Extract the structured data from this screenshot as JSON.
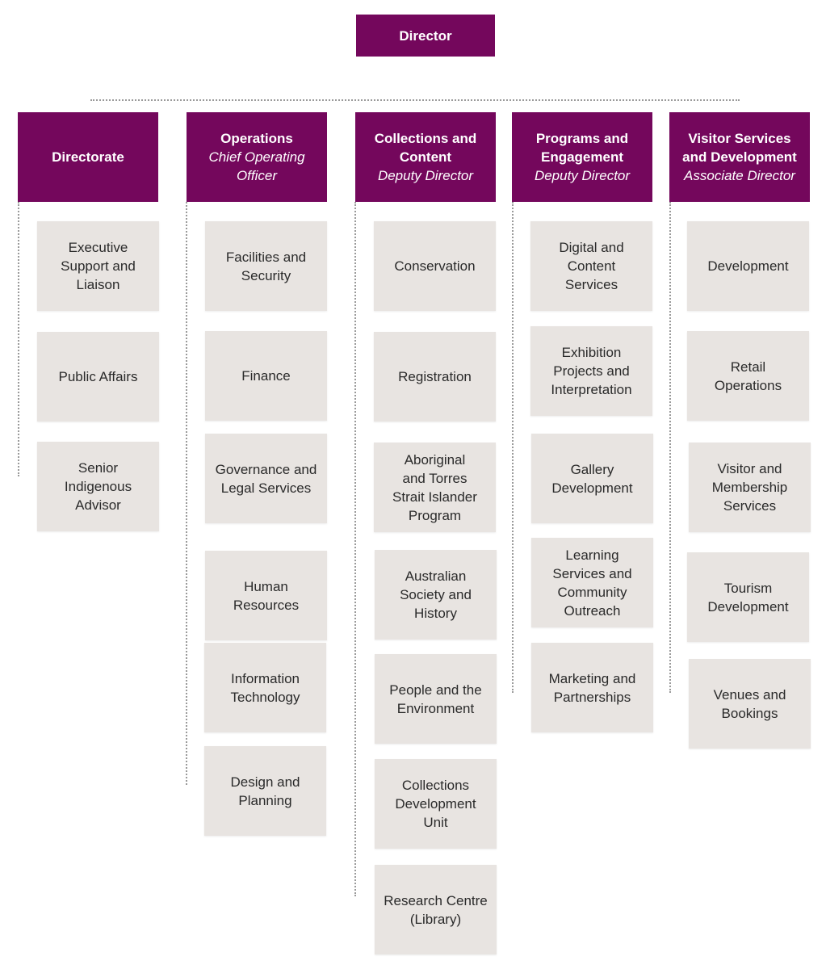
{
  "colors": {
    "header": "#74075c",
    "box": "#e8e4e1",
    "connector": "#9a9a9a"
  },
  "director": {
    "label": "Director"
  },
  "divisions": [
    {
      "title": "Directorate",
      "subtitle": "",
      "units": [
        "Executive\nSupport and\nLiaison",
        "Public Affairs",
        "Senior\nIndigenous\nAdvisor"
      ]
    },
    {
      "title": "Operations",
      "subtitle": "Chief Operating\nOfficer",
      "units": [
        "Facilities and\nSecurity",
        "Finance",
        "Governance and\nLegal Services",
        "Human\nResources",
        "Information\nTechnology",
        "Design and\nPlanning"
      ]
    },
    {
      "title": "Collections and\nContent",
      "subtitle": "Deputy Director",
      "units": [
        "Conservation",
        "Registration",
        "Aboriginal\nand Torres\nStrait Islander\nProgram",
        "Australian\nSociety and\nHistory",
        "People and the\nEnvironment",
        "Collections\nDevelopment\nUnit",
        "Research Centre\n(Library)"
      ]
    },
    {
      "title": "Programs and\nEngagement",
      "subtitle": "Deputy Director",
      "units": [
        "Digital and\nContent\nServices",
        "Exhibition\nProjects and\nInterpretation",
        "Gallery\nDevelopment",
        "Learning\nServices and\nCommunity\nOutreach",
        "Marketing and\nPartnerships"
      ]
    },
    {
      "title": "Visitor Services\nand Development",
      "subtitle": "Associate Director",
      "units": [
        "Development",
        "Retail\nOperations",
        "Visitor and\nMembership\nServices",
        "Tourism\nDevelopment",
        "Venues and\nBookings"
      ]
    }
  ]
}
